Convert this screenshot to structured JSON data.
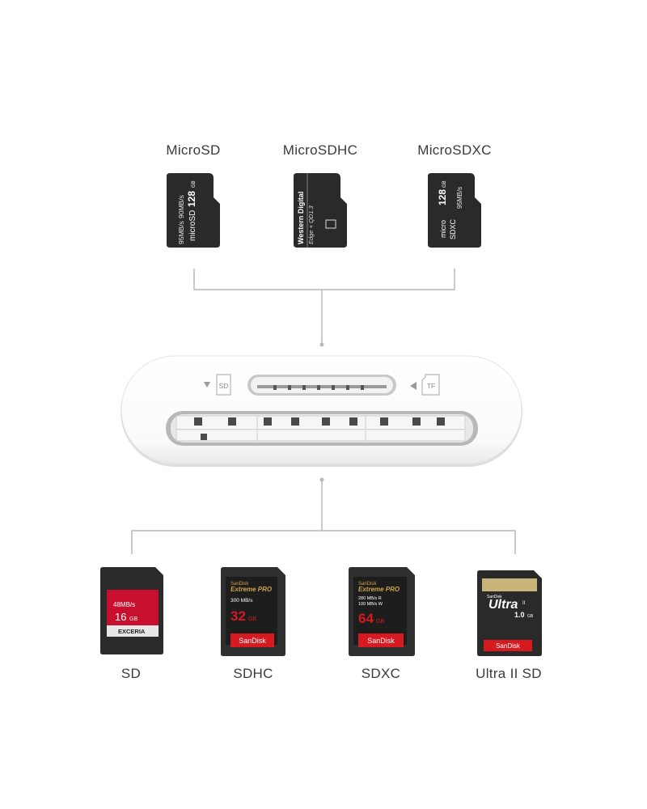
{
  "micro_cards": [
    {
      "label": "MicroSD",
      "card_text": [
        "95MB/s",
        "90MB/s",
        "microSD",
        "128",
        "GB"
      ]
    },
    {
      "label": "MicroSDHC",
      "card_text": [
        "Western Digital",
        "Edge + QD1.3"
      ]
    },
    {
      "label": "MicroSDXC",
      "card_text": [
        "128",
        "GB",
        "95MB/s",
        "micro",
        "SDXC"
      ]
    }
  ],
  "reader": {
    "sd_slot_icon": "SD",
    "tf_slot_icon": "TF"
  },
  "sd_cards": [
    {
      "label": "SD",
      "card_text": [
        "48MB/s",
        "16",
        "GB",
        "EXCERIA"
      ]
    },
    {
      "label": "SDHC",
      "card_text": [
        "SanDisk",
        "Extreme PRO",
        "300 MB/s",
        "32",
        "GB",
        "SanDisk"
      ]
    },
    {
      "label": "SDXC",
      "card_text": [
        "SanDisk",
        "Extreme PRO",
        "280 MB/s R",
        "100 MB/s W",
        "64",
        "GB",
        "SanDisk"
      ]
    },
    {
      "label": "Ultra II SD",
      "card_text": [
        "SanDisk",
        "Ultra",
        "II",
        "1.0",
        "GB",
        "SanDisk"
      ]
    }
  ],
  "colors": {
    "card_dark": "#2b2b2b",
    "kioxia_red": "#c8102e",
    "sandisk_red": "#d71920",
    "ultra_gold": "#c9b57a"
  }
}
